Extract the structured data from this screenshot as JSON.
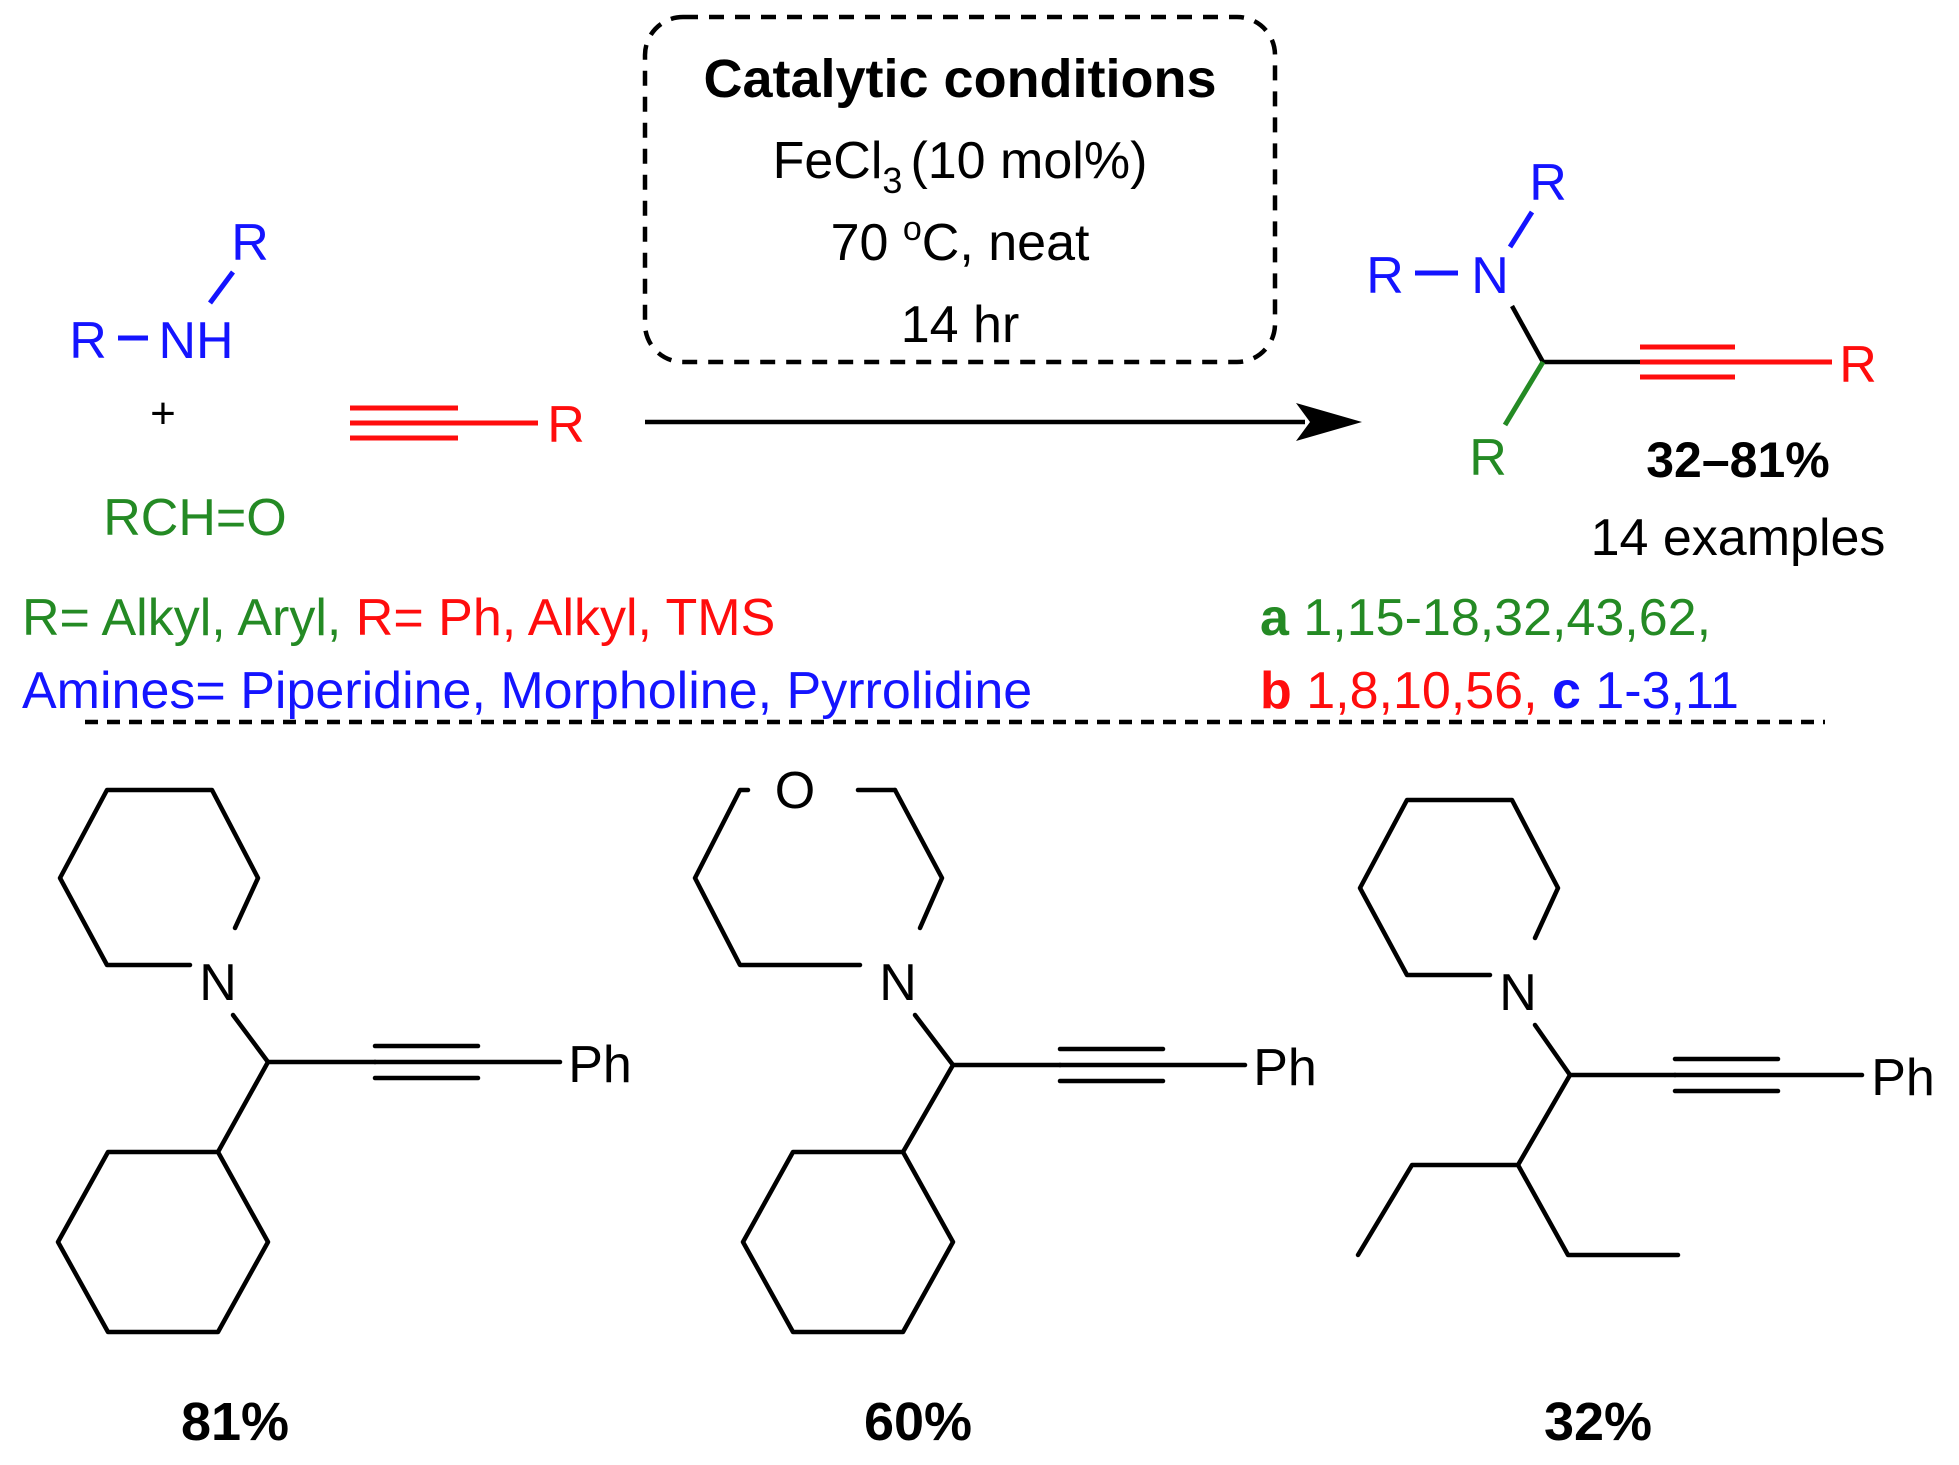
{
  "colors": {
    "black": "#000000",
    "blue": "#1414ff",
    "red": "#ff0d0d",
    "green": "#248a24"
  },
  "conditions": {
    "title": "Catalytic conditions",
    "catalyst_main": "FeCl",
    "catalyst_sub": "3",
    "catalyst_loading": "(10 mol%)",
    "temp_value": "70 ",
    "temp_deg": "o",
    "temp_rest": "C, neat",
    "time": "14 hr"
  },
  "reactants": {
    "amine_R_top": "R",
    "amine_R_left": "R",
    "amine_NH": "NH",
    "plus": "+",
    "aldehyde": "RCH=O",
    "alkyne_R": "R"
  },
  "product": {
    "R_top": "R",
    "R_left": "R",
    "N": "N",
    "R_alkyne": "R",
    "R_bottom": "R",
    "yield_range": "32–81%",
    "examples": "14 examples"
  },
  "legend": {
    "line1_green": "R= Alkyl, Aryl, ",
    "line1_red": "R= Ph, Alkyl, TMS",
    "line2_blue": "Amines= Piperidine, Morpholine, Pyrrolidine",
    "refs_a_label": "a",
    "refs_a_text": " 1,15-18,32,43,62,",
    "refs_b_label": "b",
    "refs_b_text": " 1,8,10,56, ",
    "refs_c_label": "c",
    "refs_c_text": " 1-3,11"
  },
  "examples": [
    {
      "N": "N",
      "Ph": "Ph",
      "yield": "81%"
    },
    {
      "O": "O",
      "N": "N",
      "Ph": "Ph",
      "yield": "60%"
    },
    {
      "N": "N",
      "Ph": "Ph",
      "yield": "32%"
    }
  ]
}
